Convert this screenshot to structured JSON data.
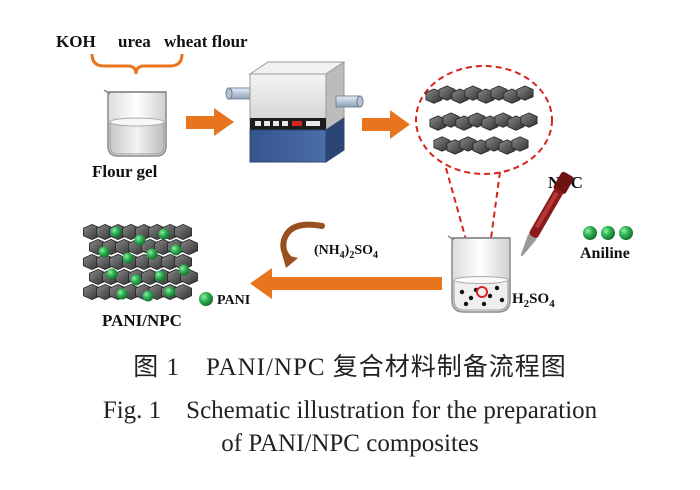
{
  "labels": {
    "koh": "KOH",
    "urea": "urea",
    "wheat_flour": "wheat flour",
    "flour_gel": "Flour gel",
    "npc": "NPC",
    "aniline": "Aniline",
    "oxidant_main": "(NH",
    "oxidant_sub1": "4",
    "oxidant_mid": ")",
    "oxidant_sub2": "2",
    "oxidant_end": "SO",
    "oxidant_sub3": "4",
    "acid_main": "H",
    "acid_sub1": "2",
    "acid_end": "SO",
    "acid_sub2": "4",
    "pani": "PANI",
    "pani_npc": "PANI/NPC"
  },
  "caption": {
    "chinese": "图 1　PANI/NPC 复合材料制备流程图",
    "english_line1": "Fig. 1　Schematic illustration for the preparation",
    "english_line2": "of PANI/NPC composites"
  },
  "colors": {
    "arrow_orange": "#e8741e",
    "bracket_orange": "#e8741e",
    "circle_red": "#d9241c",
    "furnace_blue": "#3f5f9a",
    "furnace_gray": "#d9d9d9",
    "carbon_dark": "#4a4a4a",
    "pani_green": "#27a84a",
    "pipette_red": "#8b1a1a"
  }
}
